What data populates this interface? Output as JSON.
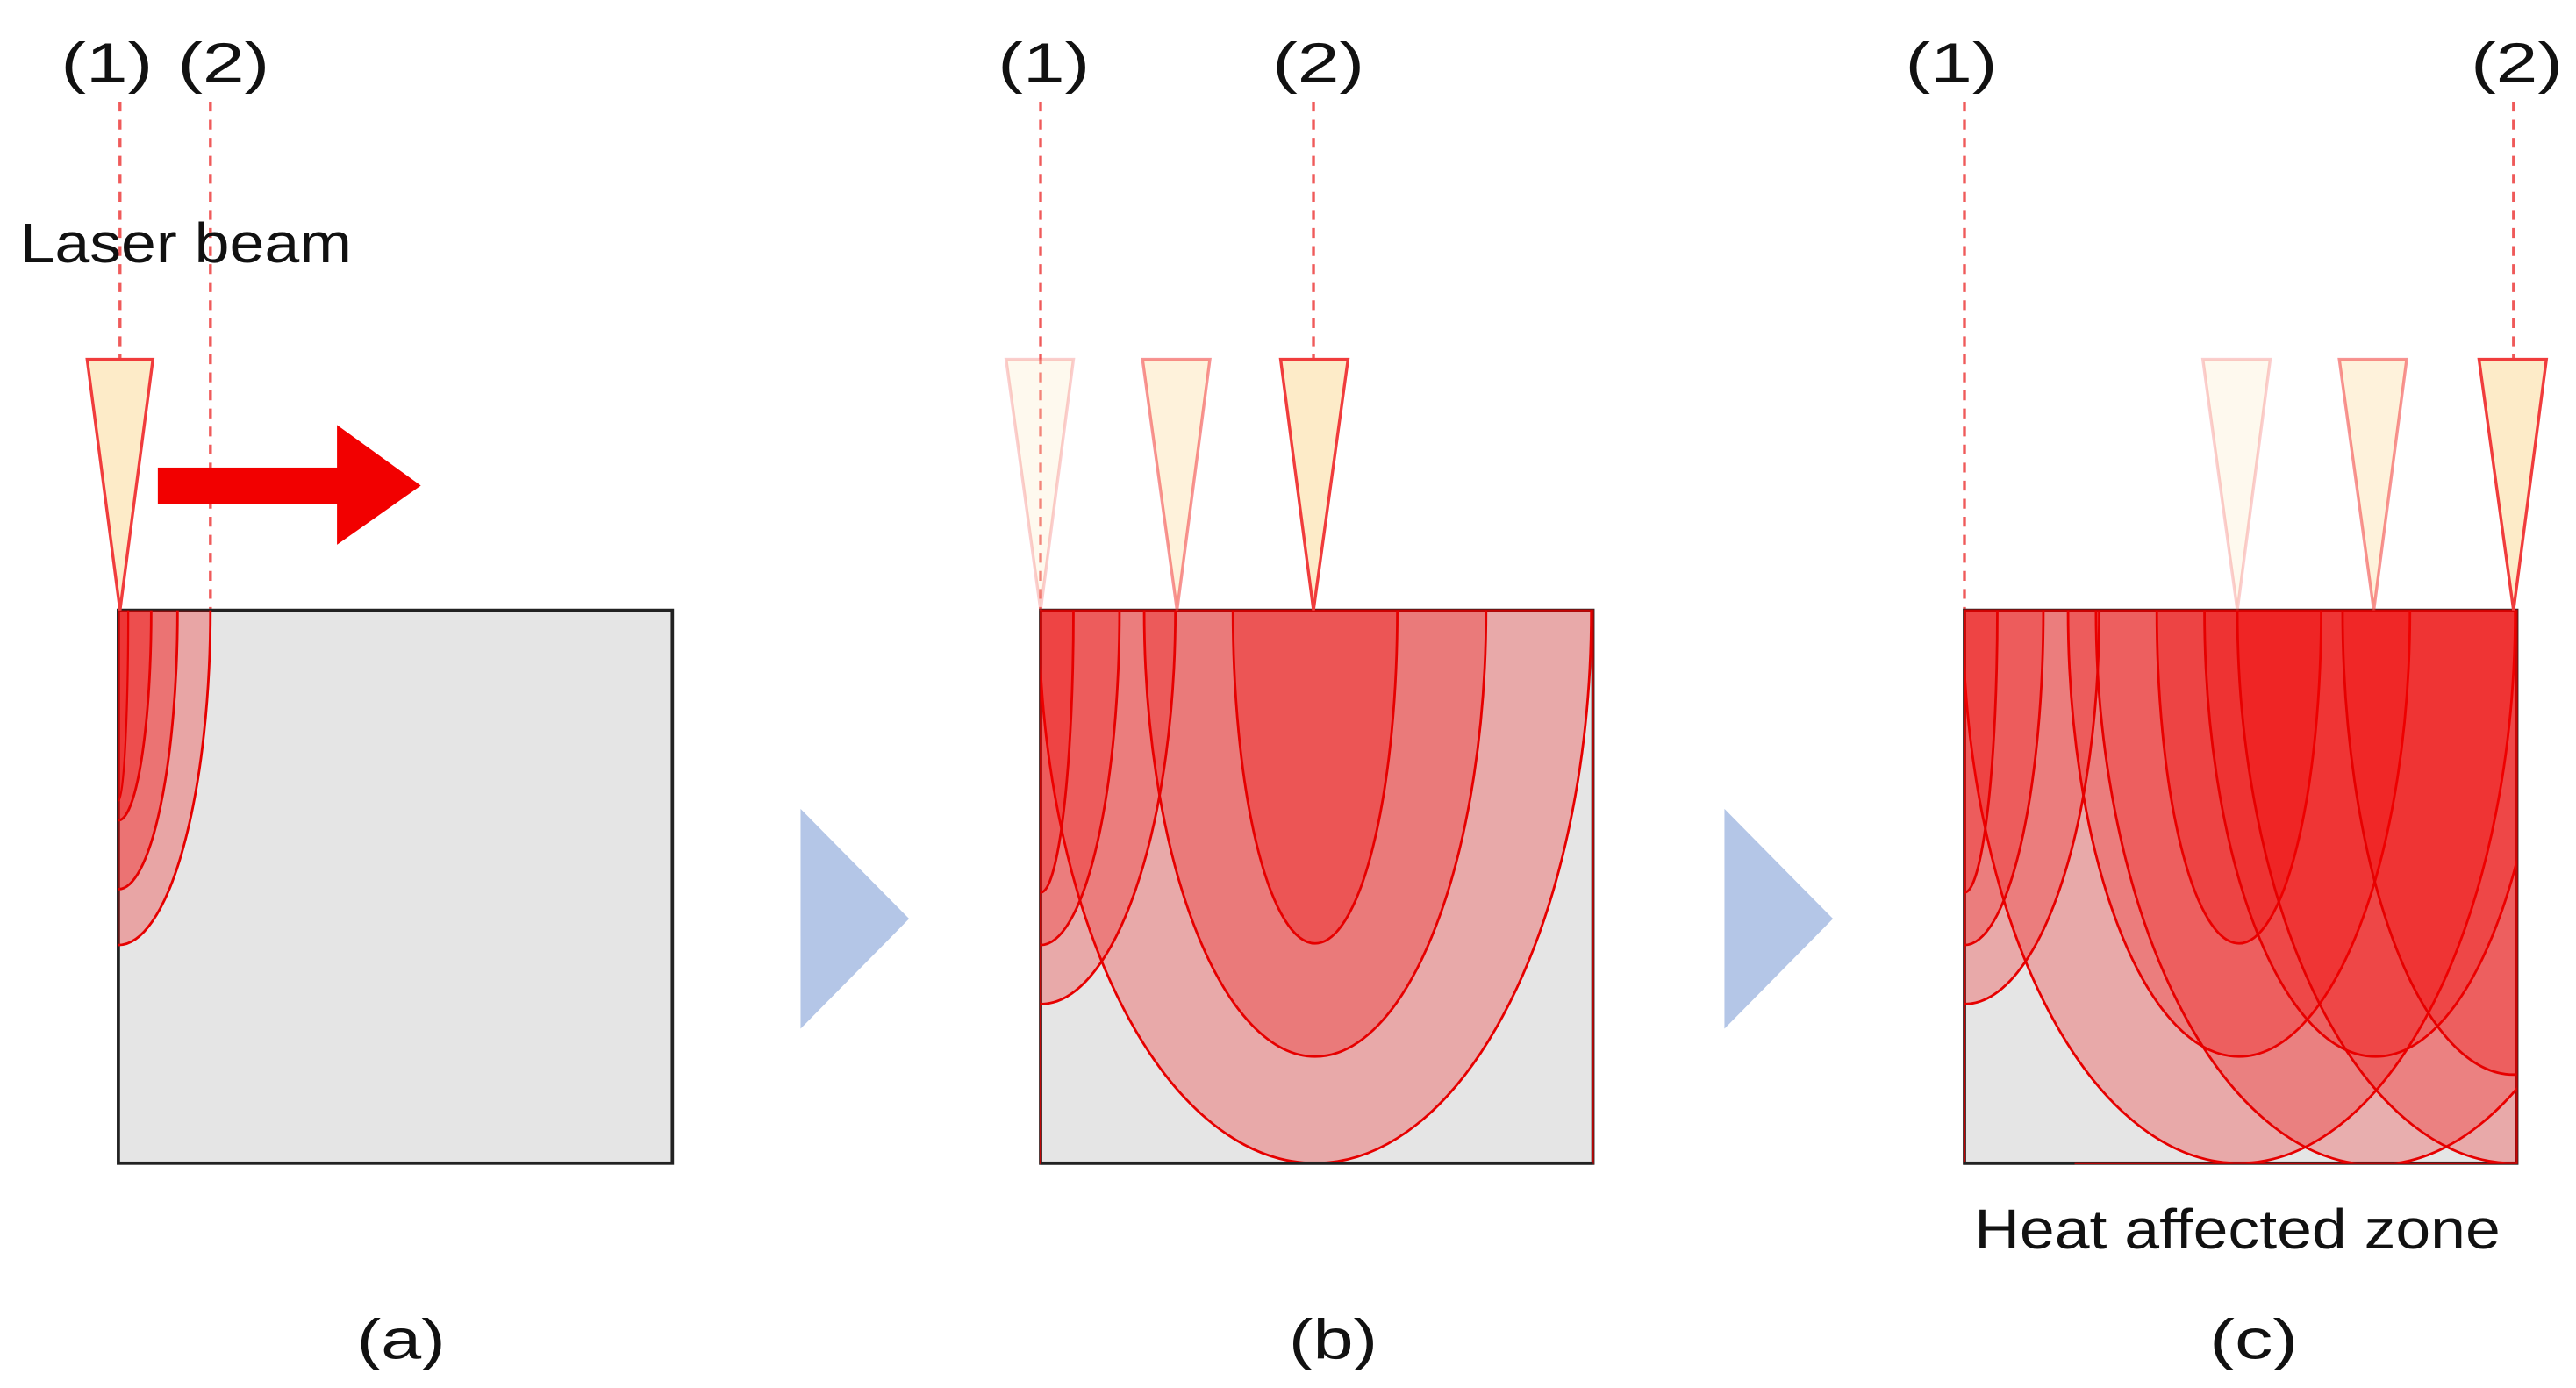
{
  "labels": {
    "marker_1": "(1)",
    "marker_2": "(2)",
    "laser_beam": "Laser beam",
    "heat_affected_zone": "Heat affected zone"
  },
  "panels": [
    {
      "caption": "(a)"
    },
    {
      "caption": "(b)"
    },
    {
      "caption": "(c)"
    }
  ],
  "colors": {
    "workpiece_fill": "#e5e5e5",
    "workpiece_border": "#222222",
    "heat_zone": "#f20000",
    "heat_zone_edge": "#e60000",
    "beam_fill": "#fdebc8",
    "beam_edge": "#f03c3c",
    "guide_line": "#ef5a5a",
    "scan_arrow": "#f20000",
    "step_arrow": "#b4c6e7"
  }
}
